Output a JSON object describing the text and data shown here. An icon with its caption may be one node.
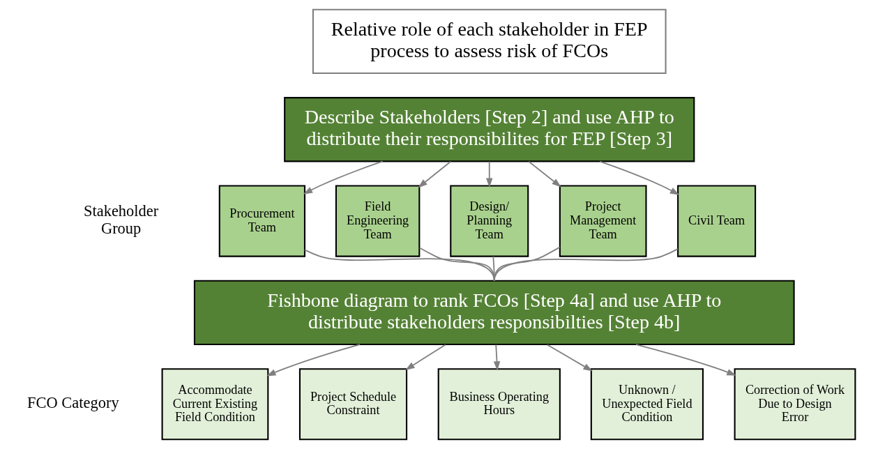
{
  "diagram": {
    "nodes": [
      {
        "text": [
          "Relative role of each stakeholder in FEP process to assess risk of FCOs"
        ]
      },
      {
        "text": [
          "Describe Stakeholders [Step 2] and use AHP to distribute their responsibilites for FEP [Step 3]"
        ]
      },
      {
        "text": [
          "Procurement Team"
        ]
      },
      {
        "text": [
          "Field Engineering Team"
        ]
      },
      {
        "text": [
          "Design/ Planning Team"
        ]
      },
      {
        "text": [
          "Project Management Team"
        ]
      },
      {
        "text": [
          "Civil Team"
        ]
      },
      {
        "text": [
          "Fishbone diagram to rank FCOs [Step 4a] and use AHP to distribute stakeholders responsibilties [Step 4b]"
        ]
      },
      {
        "text": [
          "Accommodate Current Existing Field Condition"
        ]
      },
      {
        "text": [
          "Project Schedule Constraint"
        ]
      },
      {
        "text": [
          "Business Operating Hours"
        ]
      },
      {
        "text": [
          "Unknown / Unexpected Field Condition"
        ]
      },
      {
        "text": [
          "Correction of Work Due to Design Error"
        ]
      }
    ],
    "edges": [
      {
        "from": 1,
        "to": 2,
        "arrow": "to"
      },
      {
        "from": 1,
        "to": 3,
        "arrow": "to"
      },
      {
        "from": 1,
        "to": 4,
        "arrow": "to"
      },
      {
        "from": 1,
        "to": 5,
        "arrow": "to"
      },
      {
        "from": 1,
        "to": 6,
        "arrow": "to"
      },
      {
        "from": 2,
        "to": 7,
        "arrow": "none"
      },
      {
        "from": 3,
        "to": 7,
        "arrow": "none"
      },
      {
        "from": 4,
        "to": 7,
        "arrow": "none"
      },
      {
        "from": 5,
        "to": 7,
        "arrow": "none"
      },
      {
        "from": 6,
        "to": 7,
        "arrow": "none"
      },
      {
        "from": 7,
        "to": 8,
        "arrow": "to"
      },
      {
        "from": 7,
        "to": 9,
        "arrow": "to"
      },
      {
        "from": 7,
        "to": 10,
        "arrow": "to"
      },
      {
        "from": 7,
        "to": 11,
        "arrow": "to"
      },
      {
        "from": 7,
        "to": 12,
        "arrow": "to"
      }
    ],
    "labels": [
      "Stakeholder Group",
      "FCO Category"
    ]
  }
}
